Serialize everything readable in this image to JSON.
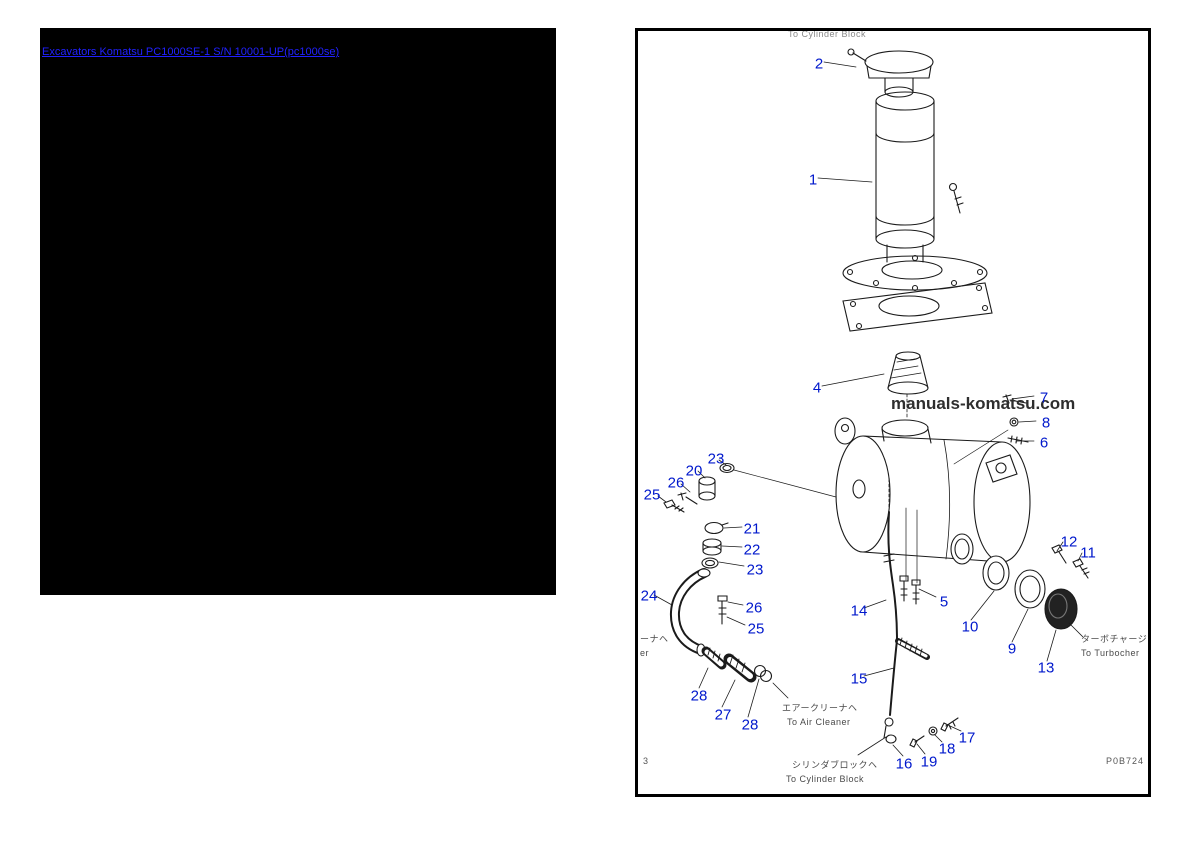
{
  "link": {
    "text": "Excavators Komatsu PC1000SE-1 S/N 10001-UP(pc1000se)"
  },
  "colors": {
    "callout": "#0018cc",
    "link": "#2121ff"
  },
  "diagram": {
    "watermark": "manuals-komatsu.com",
    "page_number": "3",
    "part_code": "P0B724",
    "labels": {
      "top_cut": "To Cylinder Block",
      "turbo_jp": "ターボチャージャヘ",
      "turbo_en": "To Turbocher",
      "air_jp": "エアークリーナヘ",
      "air_en": "To Air Cleaner",
      "cyl_jp": "シリンダブロックヘ",
      "cyl_en": "To Cylinder Block",
      "left_cut_jp": "ーナヘ",
      "left_cut_en": "er"
    },
    "callouts": [
      "2",
      "1",
      "4",
      "7",
      "8",
      "6",
      "23",
      "20",
      "26",
      "25",
      "21",
      "22",
      "23",
      "24",
      "26",
      "25",
      "14",
      "5",
      "10",
      "9",
      "12",
      "11",
      "13",
      "15",
      "28",
      "27",
      "28",
      "16",
      "19",
      "18",
      "17"
    ]
  }
}
